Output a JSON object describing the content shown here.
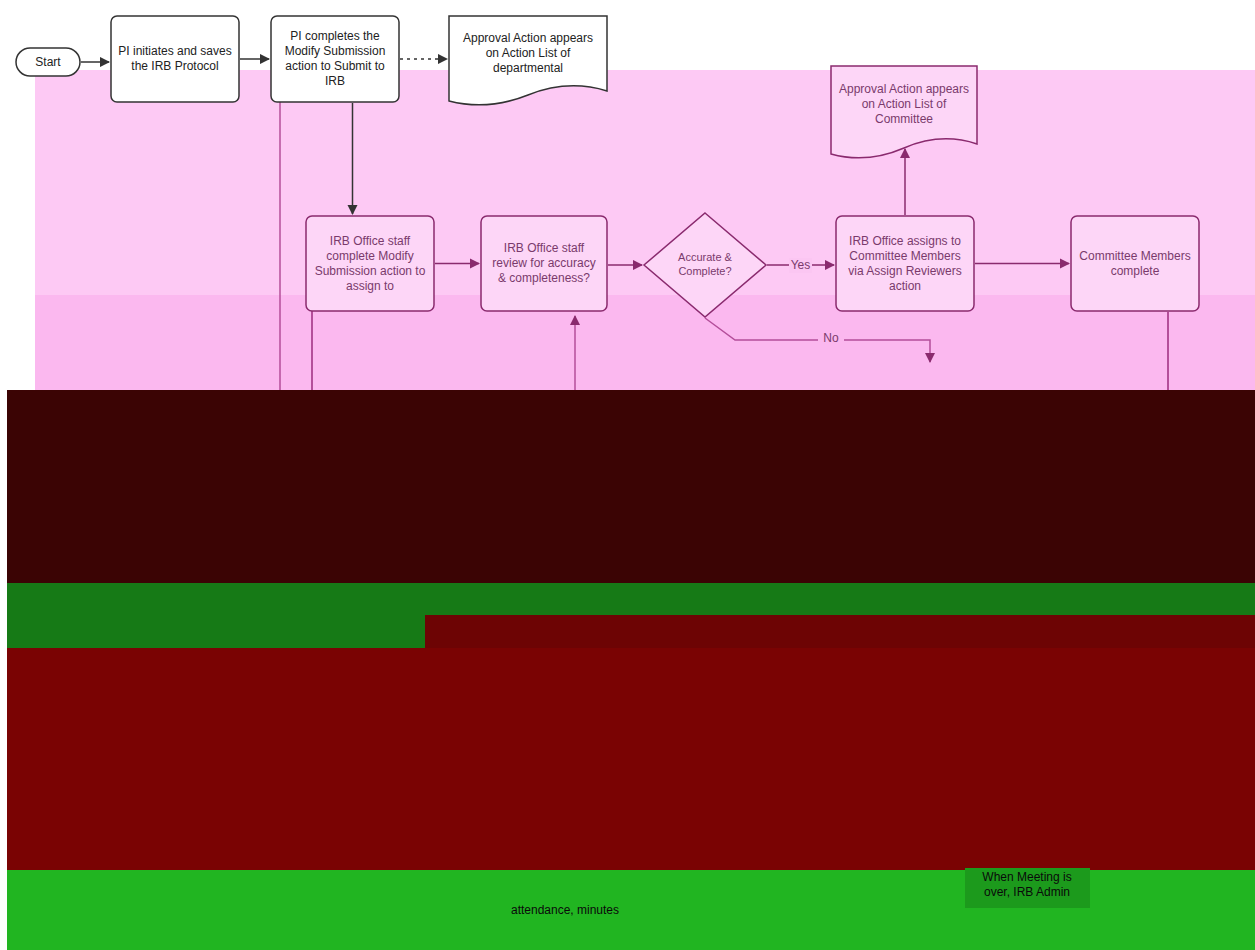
{
  "diagram": {
    "nodes": [
      {
        "text": [
          "Start"
        ]
      },
      {
        "text": [
          "PI initiates and saves the IRB Protocol"
        ]
      },
      {
        "text": [
          "PI completes the Modify Submission action to Submit to IRB"
        ]
      },
      {
        "text": [
          "Approval Action appears on Action List of departmental"
        ]
      },
      {
        "text": [
          "Approval Action appears on Action List of Committee"
        ]
      },
      {
        "text": [
          "IRB Office staff complete Modify Submission action to assign to"
        ]
      },
      {
        "text": [
          "IRB Office staff review for accuracy & completeness?"
        ]
      },
      {
        "text": [
          "Accurate & Complete?"
        ]
      },
      {
        "text": [
          "IRB Office assigns to Committee Members via Assign Reviewers action"
        ]
      },
      {
        "text": [
          "Committee Members complete"
        ]
      }
    ],
    "edges": [
      {
        "from": 0,
        "to": 1,
        "arrow": "to"
      },
      {
        "from": 1,
        "to": 2,
        "arrow": "to"
      },
      {
        "from": 2,
        "to": 3,
        "arrow": "to"
      },
      {
        "from": 2,
        "to": 5,
        "arrow": "to"
      },
      {
        "from": 5,
        "to": 6,
        "arrow": "to"
      },
      {
        "from": 6,
        "to": 7,
        "arrow": "to"
      },
      {
        "from": 7,
        "to": 8,
        "label": "Yes",
        "arrow": "to"
      },
      {
        "from": 8,
        "to": 9,
        "arrow": "to"
      },
      {
        "from": 8,
        "to": 4,
        "arrow": "to"
      }
    ],
    "labels": [
      "No",
      "When Meeting is over, IRB Admin",
      "attendance, minutes"
    ]
  }
}
